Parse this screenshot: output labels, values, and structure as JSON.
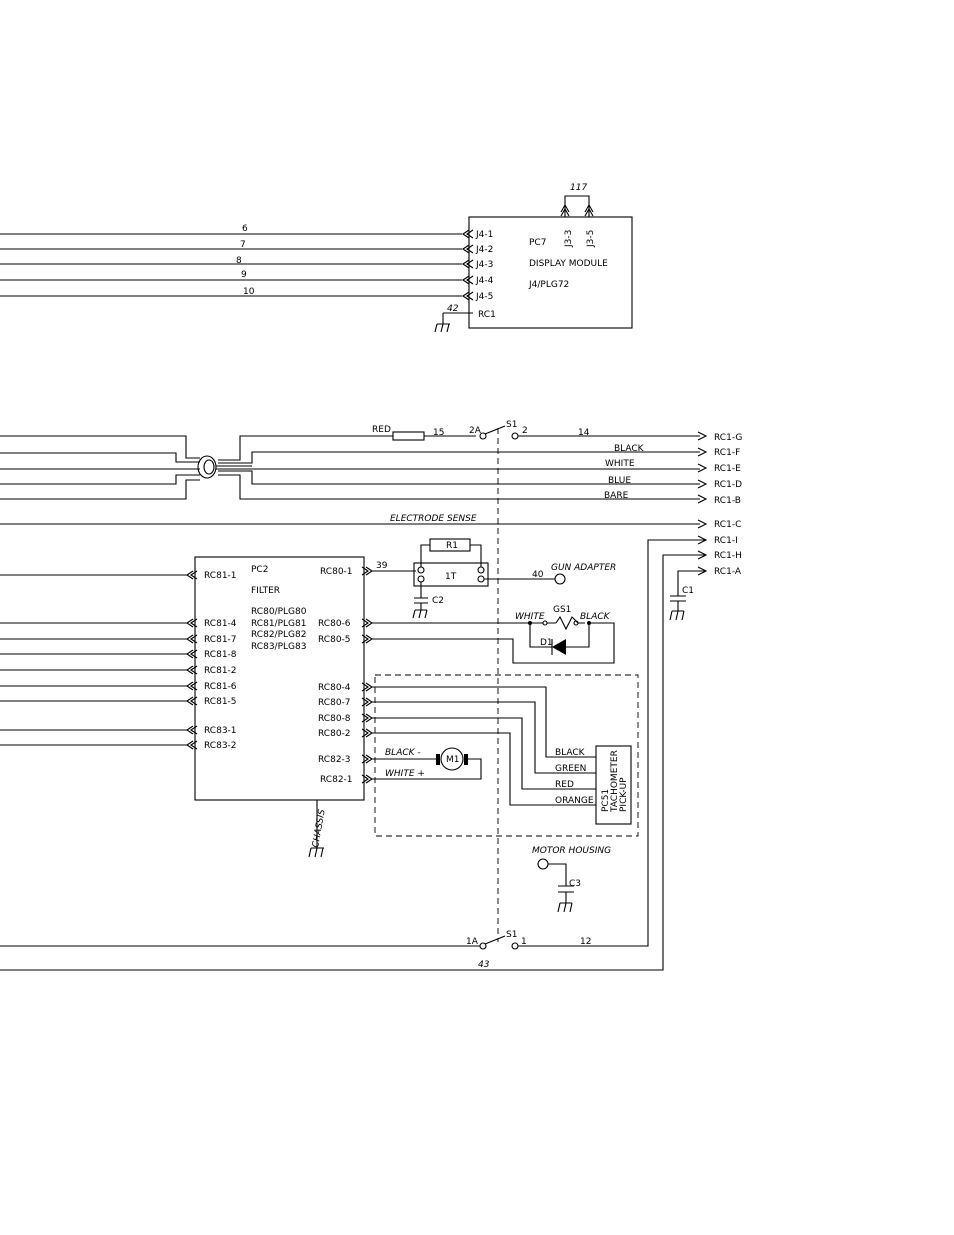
{
  "display": {
    "wire_numbers": [
      "6",
      "7",
      "8",
      "9",
      "10"
    ],
    "pins": [
      "J4-1",
      "J4-2",
      "J4-3",
      "J4-4",
      "J4-5"
    ],
    "pc_label": "PC7",
    "module_name": "DISPLAY MODULE",
    "connector": "J4/PLG72",
    "ground_wire": "42",
    "ground_pin": "RC1",
    "top_wire": "117",
    "top_pins": [
      "J3-3",
      "J3-5"
    ]
  },
  "gun": {
    "red_label": "RED",
    "wire15": "15",
    "s1_2a": "2A",
    "s1": "S1",
    "s1_2": "2",
    "wire14": "14",
    "colors": [
      "BLACK",
      "WHITE",
      "BLUE",
      "BARE"
    ],
    "electrode": "ELECTRODE  SENSE",
    "rc1_pins": [
      "RC1-G",
      "RC1-F",
      "RC1-E",
      "RC1-D",
      "RC1-B",
      "RC1-C",
      "RC1-I",
      "RC1-H",
      "RC1-A"
    ],
    "c1": "C1"
  },
  "filter": {
    "pc_label": "PC2",
    "name": "FILTER",
    "plugs": [
      "RC80/PLG80",
      "RC81/PLG81",
      "RC82/PLG82",
      "RC83/PLG83"
    ],
    "left_pins": [
      "RC81-1",
      "RC81-4",
      "RC81-7",
      "RC81-8",
      "RC81-2",
      "RC81-6",
      "RC81-5",
      "RC83-1",
      "RC83-2"
    ],
    "rc80_1": "RC80-1",
    "right_pins": [
      "RC80-6",
      "RC80-5",
      "RC80-4",
      "RC80-7",
      "RC80-8",
      "RC80-2",
      "RC82-3",
      "RC82-1"
    ],
    "chassis": "CHASSIS"
  },
  "gun_adapter": {
    "wire39": "39",
    "r1": "R1",
    "t1": "1T",
    "c2": "C2",
    "wire40": "40",
    "label": "GUN ADAPTER"
  },
  "gs1": {
    "white": "WHITE",
    "gs1": "GS1",
    "black": "BLACK",
    "d1": "D1"
  },
  "motor": {
    "black_minus": "BLACK  -",
    "white_plus": "WHITE  +",
    "m1": "M1",
    "tach_colors": [
      "BLACK",
      "GREEN",
      "RED",
      "ORANGE"
    ],
    "pc51": "PC51",
    "tach1": "TACHOMETER",
    "tach2": "PICK-UP",
    "housing": "MOTOR HOUSING",
    "c3": "C3"
  },
  "bottom": {
    "s1_1a": "1A",
    "s1": "S1",
    "s1_1": "1",
    "wire12": "12",
    "wire43": "43"
  }
}
